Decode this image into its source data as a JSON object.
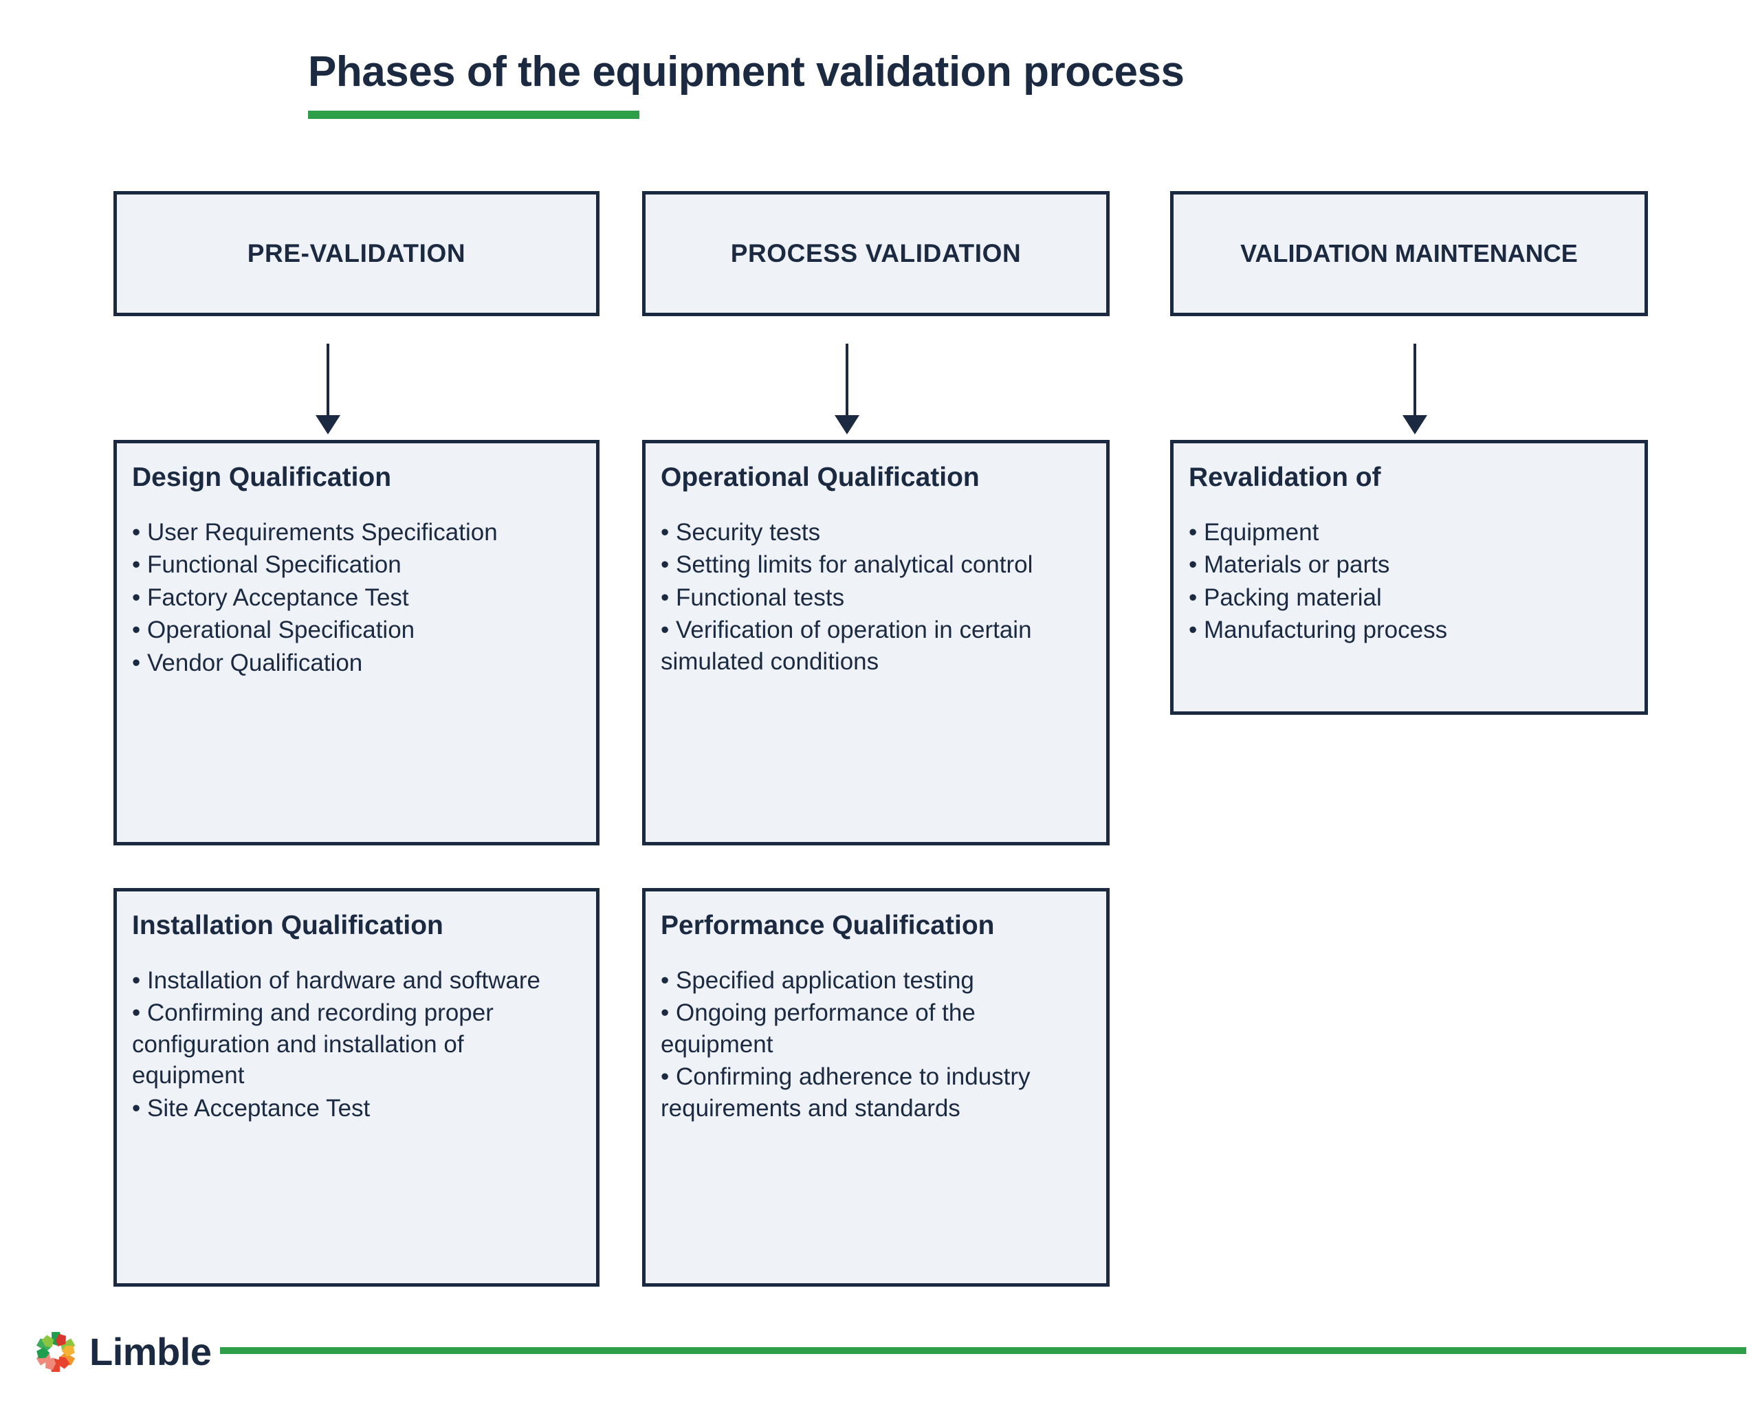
{
  "title": "Phases of the equipment validation process",
  "colors": {
    "accent_green": "#2e9e49",
    "accent_orange": "#f0962c",
    "accent_red": "#ed2939",
    "ink": "#1b2a41",
    "card_fill": "#eff2f7"
  },
  "columns": [
    {
      "header": "PRE-VALIDATION",
      "accent": "#2e9e49",
      "cards": [
        {
          "title": "Design Qualification",
          "bullets": [
            "User Requirements Specification",
            "Functional Specification",
            "Factory Acceptance Test",
            "Operational Specification",
            "Vendor Qualification"
          ]
        },
        {
          "title": "Installation Qualification",
          "bullets": [
            "Installation of hardware and software",
            "Confirming and recording proper configuration and installation of equipment",
            "Site Acceptance Test"
          ]
        }
      ]
    },
    {
      "header": "PROCESS VALIDATION",
      "accent": "#f0962c",
      "cards": [
        {
          "title": "Operational Qualification",
          "bullets": [
            "Security tests",
            "Setting limits for analytical control",
            "Functional tests",
            "Verification of operation in certain simulated conditions"
          ]
        },
        {
          "title": "Performance Qualification",
          "bullets": [
            "Specified application testing",
            "Ongoing performance of the equipment",
            "Confirming adherence to industry requirements and standards"
          ]
        }
      ]
    },
    {
      "header": "VALIDATION MAINTENANCE",
      "accent": "#ed2939",
      "cards": [
        {
          "title": "Revalidation of",
          "bullets": [
            "Equipment",
            "Materials or parts",
            "Packing material",
            "Manufacturing process"
          ]
        }
      ]
    }
  ],
  "bullet_char": "•",
  "footer": {
    "brand": "Limble"
  }
}
